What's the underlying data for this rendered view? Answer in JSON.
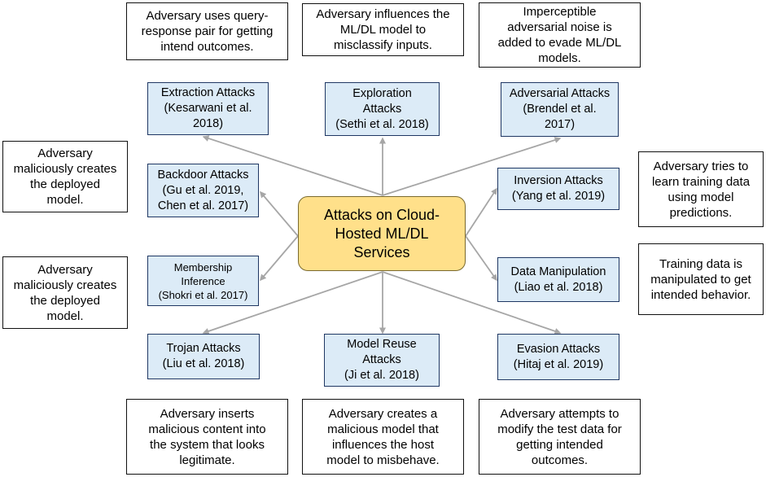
{
  "center": {
    "label": "Attacks on Cloud-\nHosted ML/DL\nServices"
  },
  "attacks": [
    {
      "id": "extraction",
      "name": "Extraction Attacks\n(Kesarwani et al.\n2018)",
      "description": "Adversary uses query-\nresponse  pair for getting\nintend outcomes."
    },
    {
      "id": "exploration",
      "name": "Exploration\nAttacks\n(Sethi et al. 2018)",
      "description": "Adversary influences the\nML/DL model to\nmisclassify inputs."
    },
    {
      "id": "adversarial",
      "name": "Adversarial Attacks\n(Brendel et al.\n2017)",
      "description": "Imperceptible\nadversarial noise is\nadded to evade ML/DL\nmodels."
    },
    {
      "id": "backdoor",
      "name": "Backdoor Attacks\n(Gu et al. 2019,\nChen et al. 2017)",
      "description": "Adversary\nmaliciously creates\nthe deployed\nmodel."
    },
    {
      "id": "inversion",
      "name": "Inversion Attacks\n(Yang et al. 2019)",
      "description": "Adversary tries to\nlearn training data\nusing model\npredictions."
    },
    {
      "id": "membership",
      "name": "Membership\nInference\n(Shokri et al. 2017)",
      "description": "Adversary\nmaliciously creates\nthe deployed\nmodel."
    },
    {
      "id": "data-manipulation",
      "name": "Data Manipulation\n(Liao et al. 2018)",
      "description": "Training data is\nmanipulated to get\nintended  behavior."
    },
    {
      "id": "trojan",
      "name": "Trojan Attacks\n(Liu et al. 2018)",
      "description": "Adversary inserts\nmalicious content into\nthe system that looks\nlegitimate."
    },
    {
      "id": "model-reuse",
      "name": "Model Reuse\nAttacks\n(Ji et al. 2018)",
      "description": "Adversary  creates  a\nmalicious model that\ninfluences the host\nmodel to misbehave."
    },
    {
      "id": "evasion",
      "name": "Evasion Attacks\n(Hitaj et al. 2019)",
      "description": "Adversary attempts to\nmodify the test data for\ngetting  intended\noutcomes."
    }
  ],
  "colors": {
    "attack_fill": "#dcebf7",
    "attack_border": "#1f3763",
    "center_fill": "#ffe08a",
    "center_border": "#7a6a2e",
    "arrow": "#a6a6a6"
  }
}
